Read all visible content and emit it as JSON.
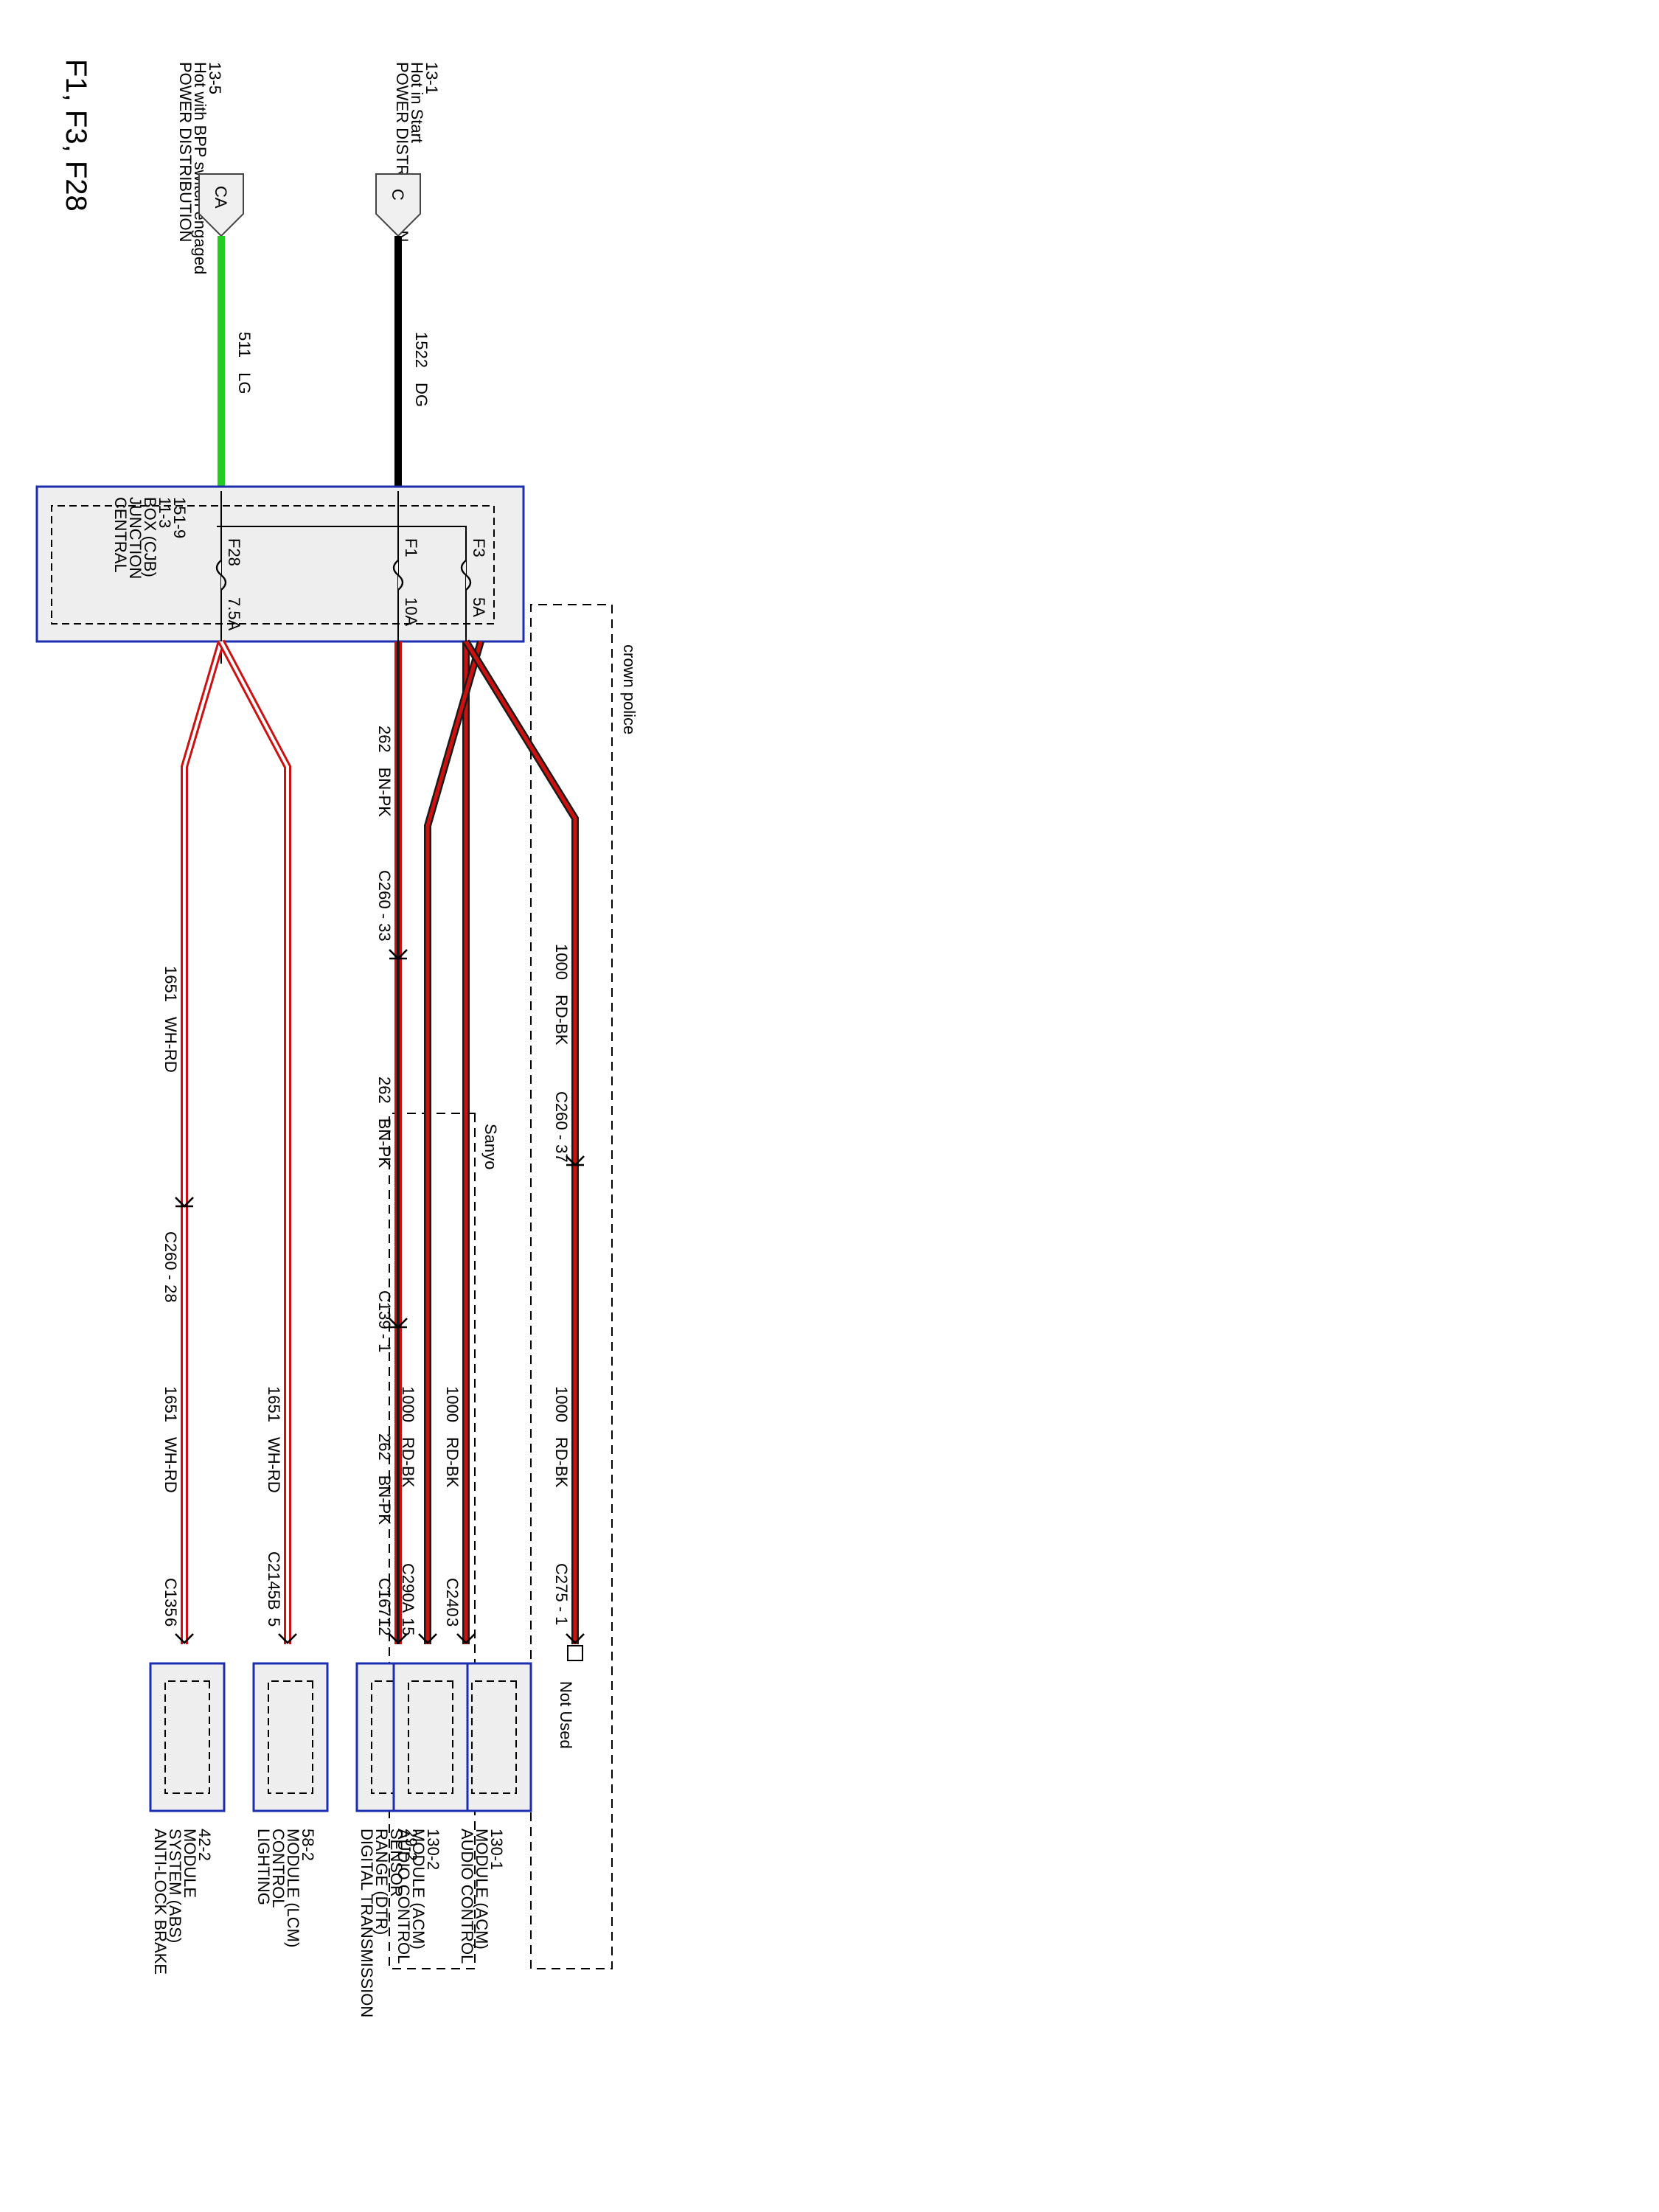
{
  "page_title": "F1, F3, F28",
  "sources": {
    "pd_bpp": {
      "lines": [
        "POWER DISTRIBUTION",
        "Hot with BPP switch engaged",
        "13-5"
      ],
      "tag": "CA"
    },
    "pd_start": {
      "lines": [
        "POWER DISTRIBUTION",
        "Hot in Start",
        "13-1"
      ],
      "tag": "C"
    }
  },
  "cjb": {
    "lines": [
      "CENTRAL",
      "JUNCTION",
      "BOX (CJB)",
      "11-3",
      "151-9"
    ],
    "fuses": [
      {
        "name": "F28",
        "rating": "7.5A"
      },
      {
        "name": "F1",
        "rating": "10A"
      },
      {
        "name": "F3",
        "rating": "5A"
      }
    ]
  },
  "colors": {
    "lg": "#22cc22",
    "dg": "#000000",
    "red": "#cc1111",
    "dark": "#1a1a1a",
    "box_border": "#1d2db0",
    "box_fill": "#eeeeee"
  },
  "wires": {
    "lg_in": {
      "circuit": "511",
      "color": "LG"
    },
    "dg_in": {
      "circuit": "1522",
      "color": "DG"
    },
    "abs_1": {
      "circuit": "1651",
      "color": "WH-RD"
    },
    "abs_2": {
      "circuit": "1651",
      "color": "WH-RD"
    },
    "lcm": {
      "circuit": "1651",
      "color": "WH-RD"
    },
    "dtr_1": {
      "circuit": "262",
      "color": "BN-PK"
    },
    "dtr_2": {
      "circuit": "262",
      "color": "BN-PK"
    },
    "dtr_3": {
      "circuit": "262",
      "color": "BN-PK"
    },
    "acm1": {
      "circuit": "1000",
      "color": "RD-BK"
    },
    "acm2": {
      "circuit": "1000",
      "color": "RD-BK"
    },
    "nu_1": {
      "circuit": "1000",
      "color": "RD-BK"
    },
    "nu_2": {
      "circuit": "1000",
      "color": "RD-BK"
    }
  },
  "connectors": {
    "c260_28": "C260 - 28",
    "c260_33": "C260 - 33",
    "c139_1": "C139 - 1",
    "c260_37": "C260 - 37",
    "c275_1": "C275 - 1",
    "c135": "C135",
    "c135_pin": "6",
    "c2145b": "C2145B",
    "c2145b_pin": "5",
    "c167": "C167",
    "c167_pin": "12",
    "c240": "C240",
    "c240_pin": "3",
    "c290a": "C290A",
    "c290a_pin": "15"
  },
  "options": {
    "sanyo": "Sanyo",
    "crown_police": "crown police"
  },
  "not_used": "Not Used",
  "modules": {
    "abs": [
      "ANTI-LOCK BRAKE",
      "SYSTEM (ABS)",
      "MODULE",
      "42-2"
    ],
    "lcm": [
      "LIGHTING",
      "CONTROL",
      "MODULE (LCM)",
      "58-2"
    ],
    "dtr": [
      "DIGITAL TRANSMISSION",
      "RANGE (DTR)",
      "SENSOR",
      "29-2"
    ],
    "acm1": [
      "AUDIO CONTROL",
      "MODULE (ACM)",
      "130-1"
    ],
    "acm2": [
      "AUDIO CONTROL",
      "MODULE (ACM)",
      "130-2"
    ]
  }
}
